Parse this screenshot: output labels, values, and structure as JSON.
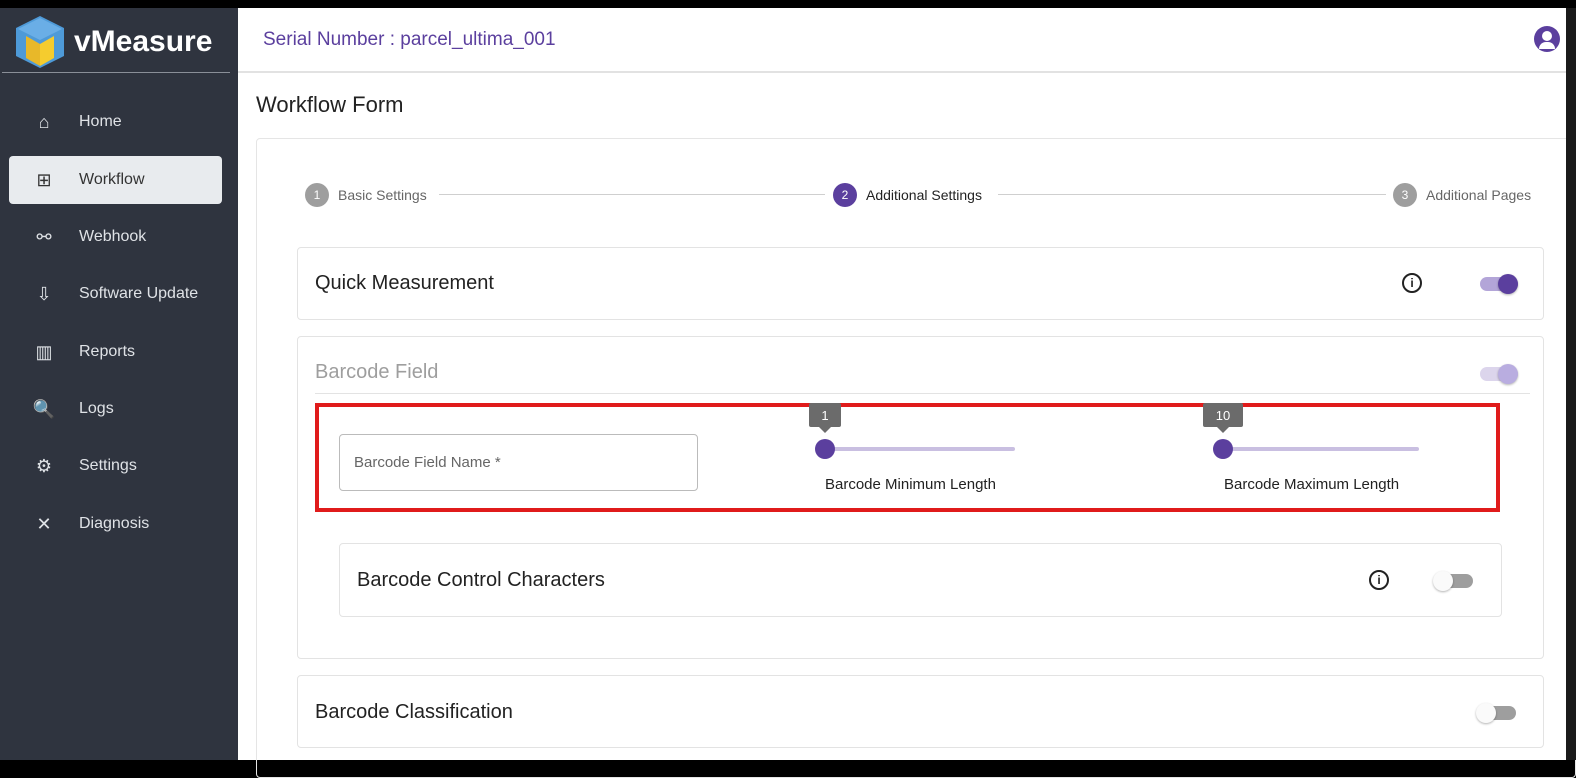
{
  "app": {
    "name": "vMeasure"
  },
  "sidebar": {
    "items": [
      {
        "label": "Home",
        "icon": "home-icon"
      },
      {
        "label": "Workflow",
        "icon": "workflow-icon"
      },
      {
        "label": "Webhook",
        "icon": "webhook-icon"
      },
      {
        "label": "Software Update",
        "icon": "software-update-icon"
      },
      {
        "label": "Reports",
        "icon": "reports-icon"
      },
      {
        "label": "Logs",
        "icon": "logs-icon"
      },
      {
        "label": "Settings",
        "icon": "gear-icon"
      },
      {
        "label": "Diagnosis",
        "icon": "tools-icon"
      }
    ]
  },
  "header": {
    "serial": "Serial Number : parcel_ultima_001"
  },
  "page": {
    "title": "Workflow Form"
  },
  "stepper": [
    {
      "num": "1",
      "label": "Basic Settings"
    },
    {
      "num": "2",
      "label": "Additional Settings"
    },
    {
      "num": "3",
      "label": "Additional Pages"
    }
  ],
  "sections": {
    "quick": {
      "title": "Quick Measurement",
      "on": true
    },
    "barcode": {
      "title": "Barcode Field",
      "on": true,
      "field_placeholder": "Barcode Field Name *",
      "min": {
        "label": "Barcode Minimum Length",
        "value": "1"
      },
      "max": {
        "label": "Barcode Maximum Length",
        "value": "10"
      },
      "control": {
        "title": "Barcode Control Characters",
        "on": false
      }
    },
    "classification": {
      "title": "Barcode Classification",
      "on": false
    }
  },
  "colors": {
    "accent": "#5b3f9e",
    "sidebar": "#2f343f",
    "highlight": "#e01b1b"
  }
}
